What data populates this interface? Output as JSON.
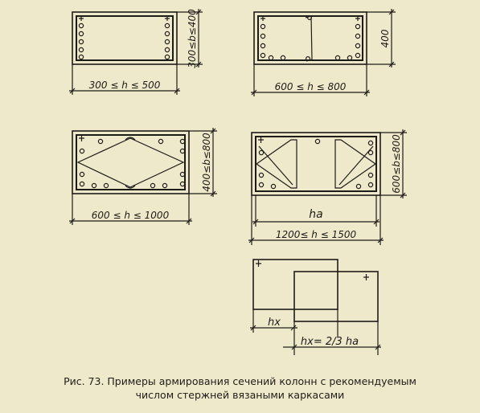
{
  "figure": {
    "caption_line1": "Рис. 73. Примеры армирования сечений колонн с рекомендуемым",
    "caption_line2": "числом стержней вязаными каркасами"
  },
  "sections": {
    "sec1": {
      "width_label": "300 ≤ h ≤ 500",
      "height_label": "300≤b≤400"
    },
    "sec2": {
      "width_label": "600 ≤ h ≤ 800",
      "height_label": "400"
    },
    "sec3": {
      "width_label": "600 ≤ h ≤ 1000",
      "height_label": "400≤b≤800"
    },
    "sec4": {
      "inner_label": "ha",
      "width_label": "1200≤ h ≤ 1500",
      "height_label": "600≤b≤800"
    },
    "sec5": {
      "offset_label": "hx",
      "overlap_label": "hx= 2/3 ha"
    }
  },
  "colors": {
    "background": "#efe9cc",
    "ink": "#1e1c17"
  }
}
